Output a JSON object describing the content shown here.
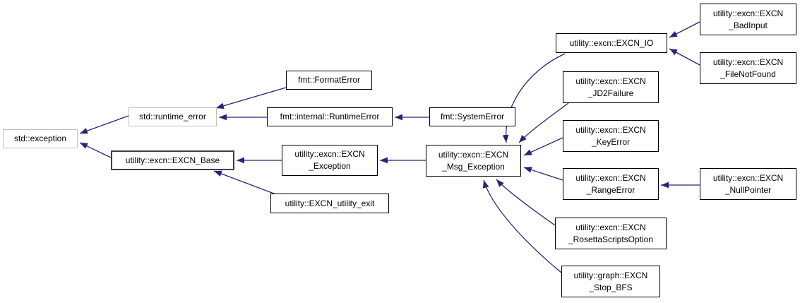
{
  "diagram": {
    "description": "Class inheritance graph (doxygen style)",
    "background_color": "#ffffff",
    "edge_color": "#24247b",
    "node_border_color": "#000000",
    "external_node_border_color": "#c0c0c0",
    "focus_node_border_color": "#404040"
  },
  "nodes": [
    {
      "id": "std-exception",
      "label": "std::exception",
      "kind": "external"
    },
    {
      "id": "std-runtime-error",
      "label": "std::runtime_error",
      "kind": "external"
    },
    {
      "id": "utility-excn-EXCN-Base",
      "label": "utility::excn::EXCN_Base",
      "kind": "focus"
    },
    {
      "id": "fmt-FormatError",
      "label": "fmt::FormatError",
      "kind": "class"
    },
    {
      "id": "fmt-internal-RuntimeError",
      "label": "fmt::internal::RuntimeError",
      "kind": "class"
    },
    {
      "id": "fmt-SystemError",
      "label": "fmt::SystemError",
      "kind": "class"
    },
    {
      "id": "utility-excn-EXCN-Exception",
      "label": "utility::excn::EXCN\n_Exception",
      "kind": "class"
    },
    {
      "id": "utility-EXCN-utility-exit",
      "label": "utility::EXCN_utility_exit",
      "kind": "class"
    },
    {
      "id": "utility-excn-EXCN-Msg-Exception",
      "label": "utility::excn::EXCN\n_Msg_Exception",
      "kind": "class"
    },
    {
      "id": "utility-excn-EXCN-IO",
      "label": "utility::excn::EXCN_IO",
      "kind": "class"
    },
    {
      "id": "utility-excn-EXCN-BadInput",
      "label": "utility::excn::EXCN\n_BadInput",
      "kind": "class"
    },
    {
      "id": "utility-excn-EXCN-FileNotFound",
      "label": "utility::excn::EXCN\n_FileNotFound",
      "kind": "class"
    },
    {
      "id": "utility-excn-EXCN-JD2Failure",
      "label": "utility::excn::EXCN\n_JD2Failure",
      "kind": "class"
    },
    {
      "id": "utility-excn-EXCN-KeyError",
      "label": "utility::excn::EXCN\n_KeyError",
      "kind": "class"
    },
    {
      "id": "utility-excn-EXCN-RangeError",
      "label": "utility::excn::EXCN\n_RangeError",
      "kind": "class"
    },
    {
      "id": "utility-excn-EXCN-NullPointer",
      "label": "utility::excn::EXCN\n_NullPointer",
      "kind": "class"
    },
    {
      "id": "utility-excn-EXCN-RosettaScriptsOption",
      "label": "utility::excn::EXCN\n_RosettaScriptsOption",
      "kind": "class"
    },
    {
      "id": "utility-graph-EXCN-Stop-BFS",
      "label": "utility::graph::EXCN\n_Stop_BFS",
      "kind": "class"
    }
  ],
  "edges": [
    {
      "from": "std::runtime_error",
      "to": "std::exception"
    },
    {
      "from": "utility::excn::EXCN_Base",
      "to": "std::exception"
    },
    {
      "from": "fmt::FormatError",
      "to": "std::runtime_error"
    },
    {
      "from": "fmt::internal::RuntimeError",
      "to": "std::runtime_error"
    },
    {
      "from": "fmt::SystemError",
      "to": "fmt::internal::RuntimeError"
    },
    {
      "from": "utility::excn::EXCN_Exception",
      "to": "utility::excn::EXCN_Base"
    },
    {
      "from": "utility::EXCN_utility_exit",
      "to": "utility::excn::EXCN_Base"
    },
    {
      "from": "utility::excn::EXCN_Msg_Exception",
      "to": "utility::excn::EXCN_Exception"
    },
    {
      "from": "utility::excn::EXCN_IO",
      "to": "utility::excn::EXCN_Msg_Exception"
    },
    {
      "from": "utility::excn::EXCN_BadInput",
      "to": "utility::excn::EXCN_IO"
    },
    {
      "from": "utility::excn::EXCN_FileNotFound",
      "to": "utility::excn::EXCN_IO"
    },
    {
      "from": "utility::excn::EXCN_JD2Failure",
      "to": "utility::excn::EXCN_Msg_Exception"
    },
    {
      "from": "utility::excn::EXCN_KeyError",
      "to": "utility::excn::EXCN_Msg_Exception"
    },
    {
      "from": "utility::excn::EXCN_RangeError",
      "to": "utility::excn::EXCN_Msg_Exception"
    },
    {
      "from": "utility::excn::EXCN_NullPointer",
      "to": "utility::excn::EXCN_RangeError"
    },
    {
      "from": "utility::excn::EXCN_RosettaScriptsOption",
      "to": "utility::excn::EXCN_Msg_Exception"
    },
    {
      "from": "utility::graph::EXCN_Stop_BFS",
      "to": "utility::excn::EXCN_Msg_Exception"
    }
  ]
}
